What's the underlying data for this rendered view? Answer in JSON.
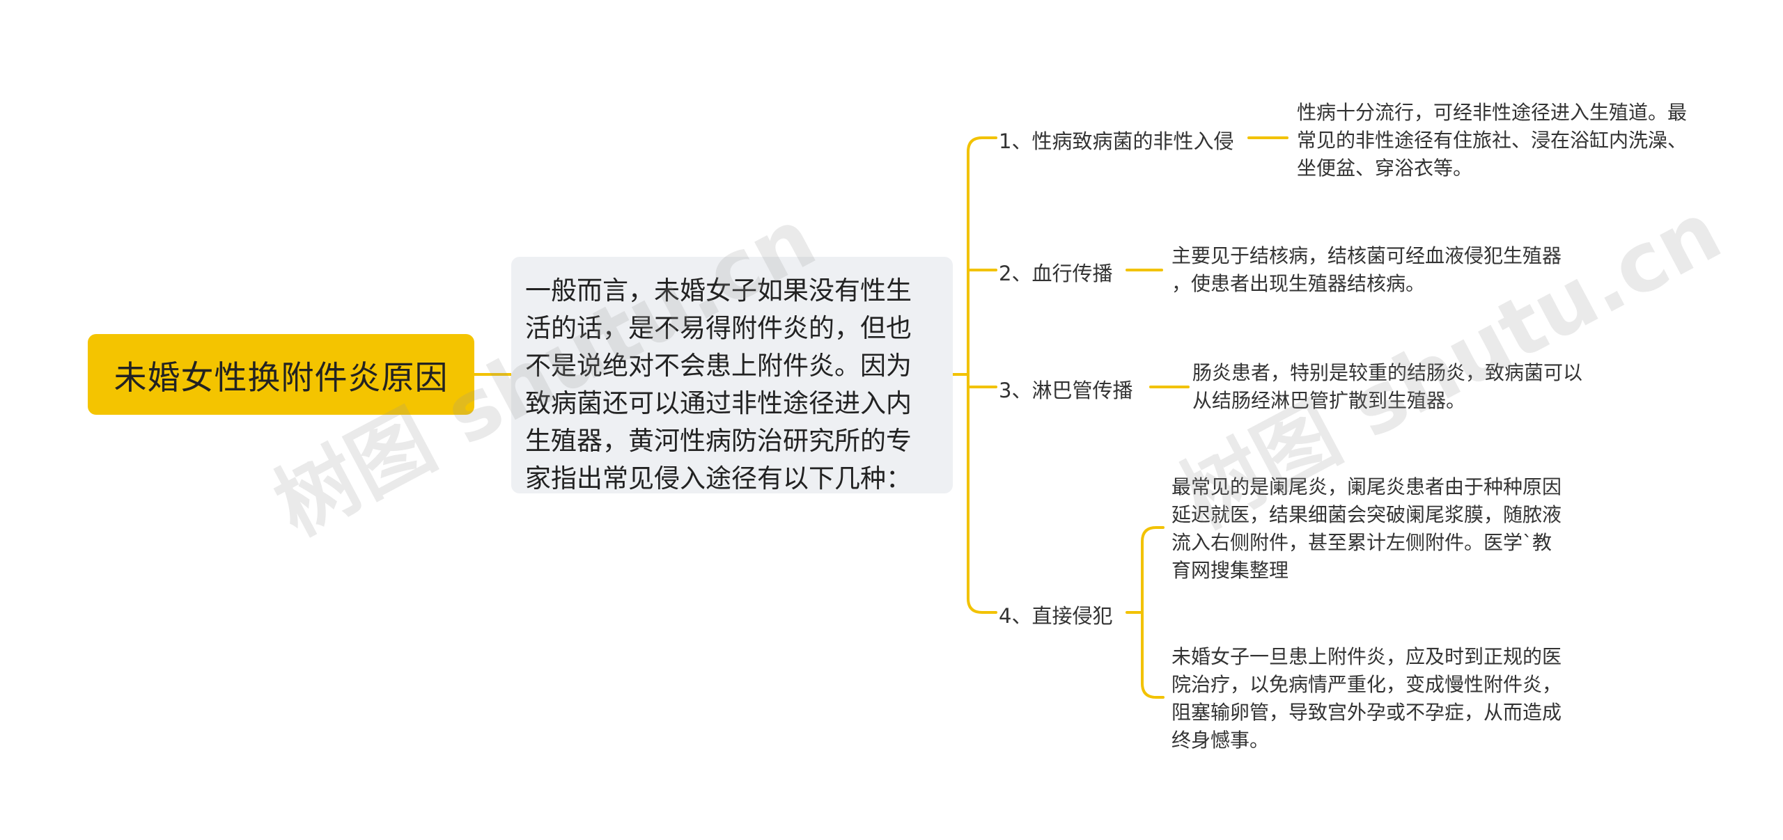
{
  "root": {
    "title": "未婚女性换附件炎原因"
  },
  "summary": {
    "text": "一般而言，未婚女子如果没有性生\n活的话，是不易得附件炎的，但也\n不是说绝对不会患上附件炎。因为\n致病菌还可以通过非性途径进入内\n生殖器，黄河性病防治研究所的专\n家指出常见侵入途径有以下几种："
  },
  "branches": [
    {
      "label": "1、性病致病菌的非性入侵",
      "notes": [
        "性病十分流行，可经非性途径进入生殖道。最\n常见的非性途径有住旅社、浸在浴缸内洗澡、\n坐便盆、穿浴衣等。"
      ]
    },
    {
      "label": "2、血行传播",
      "notes": [
        "主要见于结核病，结核菌可经血液侵犯生殖器\n，使患者出现生殖器结核病。"
      ]
    },
    {
      "label": "3、淋巴管传播",
      "notes": [
        "肠炎患者，特别是较重的结肠炎，致病菌可以\n从结肠经淋巴管扩散到生殖器。"
      ]
    },
    {
      "label": "4、直接侵犯",
      "notes": [
        "最常见的是阑尾炎，阑尾炎患者由于种种原因\n延迟就医，结果细菌会突破阑尾浆膜，随脓液\n流入右侧附件，甚至累计左侧附件。医学`教\n育网搜集整理",
        "未婚女子一旦患上附件炎，应及时到正规的医\n院治疗，以免病情严重化，变成慢性附件炎，\n阻塞输卵管，导致宫外孕或不孕症，从而造成\n终身憾事。"
      ]
    }
  ],
  "watermarks": [
    "树图 shutu.cn",
    "树图 shutu.cn"
  ],
  "colors": {
    "connector": "#f2c200",
    "root_fill": "#f4c400",
    "summary_fill": "#eef0f3"
  }
}
